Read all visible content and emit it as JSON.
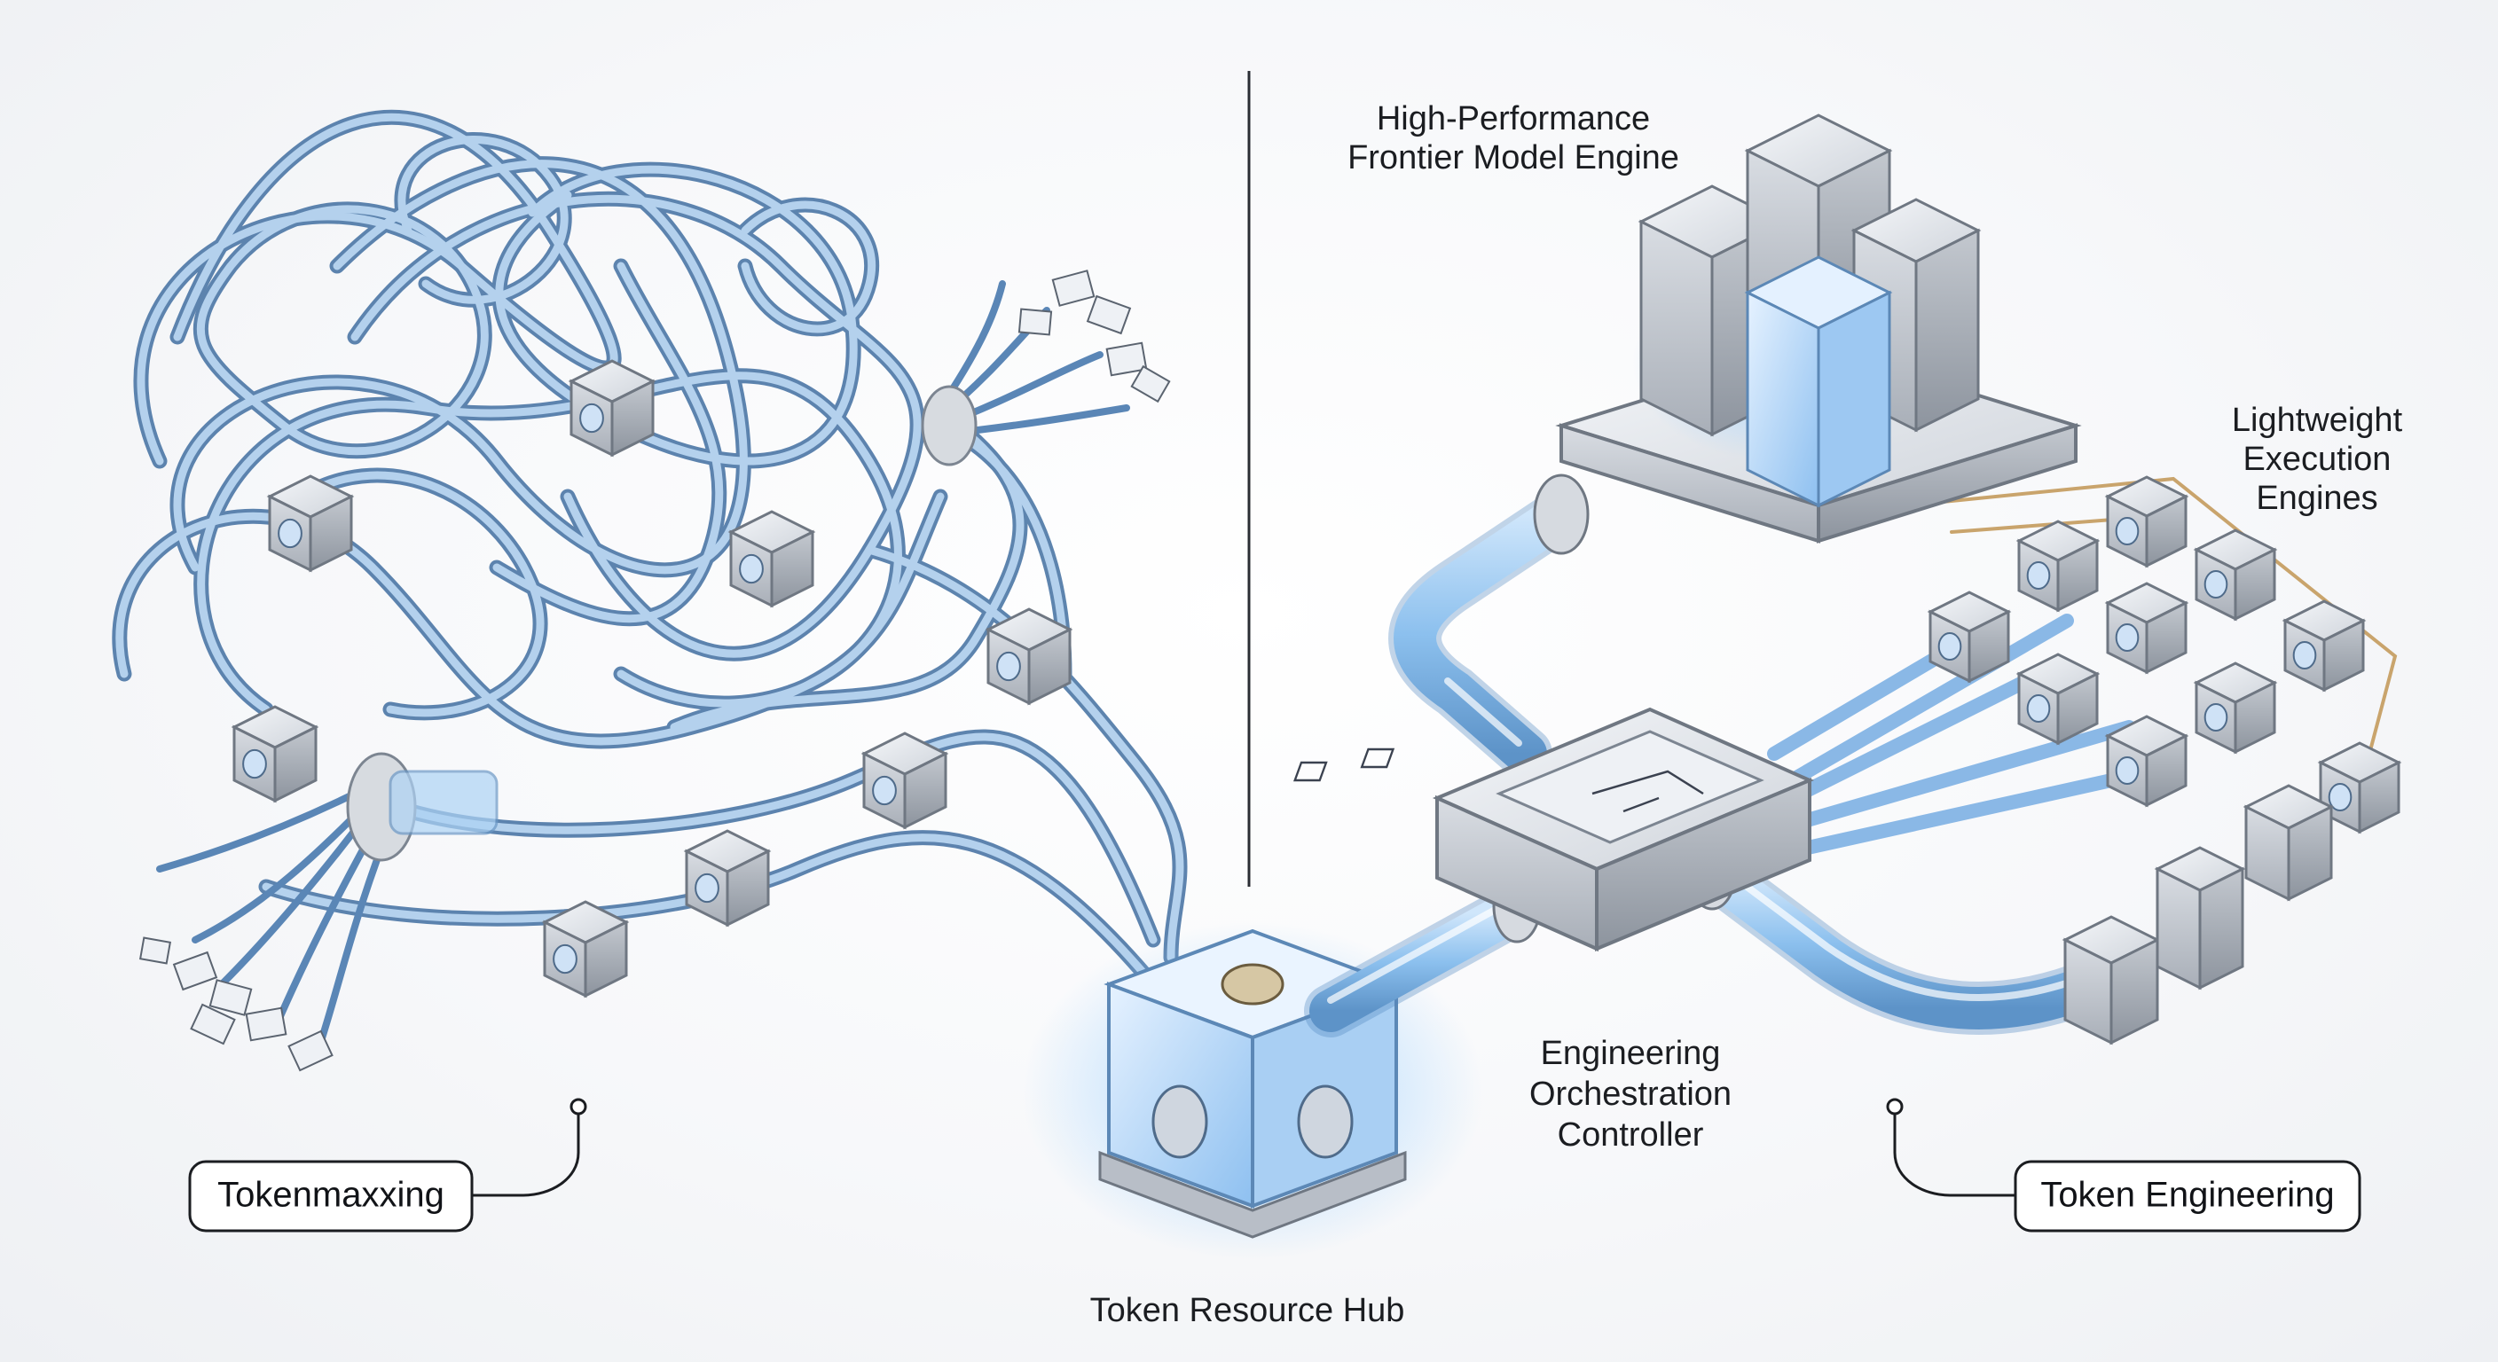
{
  "labels": {
    "frontier_engine_line1": "High-Performance",
    "frontier_engine_line2": "Frontier Model Engine",
    "lightweight_line1": "Lightweight",
    "lightweight_line2": "Execution",
    "lightweight_line3": "Engines",
    "orchestration_line1": "Engineering",
    "orchestration_line2": "Orchestration",
    "orchestration_line3": "Controller",
    "hub": "Token Resource Hub"
  },
  "callouts": {
    "tokenmaxxing": "Tokenmaxxing",
    "token_engineering": "Token Engineering"
  },
  "colors": {
    "tube": "#8fb8e0",
    "tube_dark": "#4f79a8",
    "glow": "#5aa8f0",
    "metal": "#c9cdd4",
    "ink": "#1b1d21"
  }
}
